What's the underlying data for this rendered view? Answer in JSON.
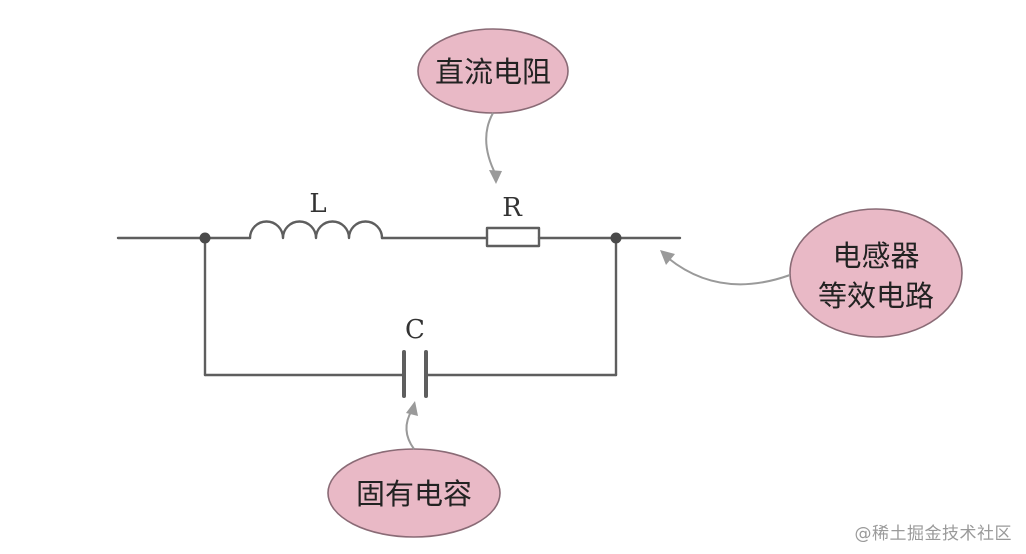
{
  "components": {
    "inductor_label": "L",
    "resistor_label": "R",
    "capacitor_label": "C"
  },
  "callouts": {
    "dc_resistance": "直流电阻",
    "equivalent_circuit_line1": "电感器",
    "equivalent_circuit_line2": "等效电路",
    "inherent_capacitance": "固有电容"
  },
  "watermark": "@稀土掘金技术社区",
  "colors": {
    "wire": "#5e5e5e",
    "bubble_fill": "#e9b9c6",
    "bubble_stroke": "#8a6b76",
    "arrow": "#9a9a9a"
  }
}
